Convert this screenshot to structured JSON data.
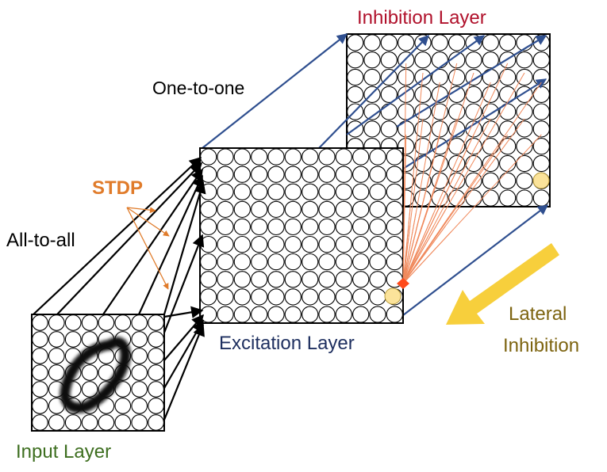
{
  "labels": {
    "inhibition_layer": "Inhibition Layer",
    "one_to_one": "One-to-one",
    "stdp": "STDP",
    "all_to_all": "All-to-all",
    "excitation_layer": "Excitation Layer",
    "lateral": "Lateral",
    "inhibition": "Inhibition",
    "input_layer": "Input Layer"
  },
  "colors": {
    "inhibition_title": "#b0112b",
    "excitation_title": "#1f3060",
    "input_title": "#3d6e1f",
    "stdp": "#e07b2a",
    "lateral_text": "#7d6410",
    "lateral_arrow": "#f7cf3c",
    "blue_arrow": "#2f4f8f",
    "highlight_neuron": "#fbe39a",
    "inhibition_fan": "#f08a5d",
    "fan_origin": "#ff4a1a"
  },
  "icons": {
    "lateral_inhibition_arrow": "yellow-block-arrow",
    "input_digit": "handwritten-zero"
  }
}
